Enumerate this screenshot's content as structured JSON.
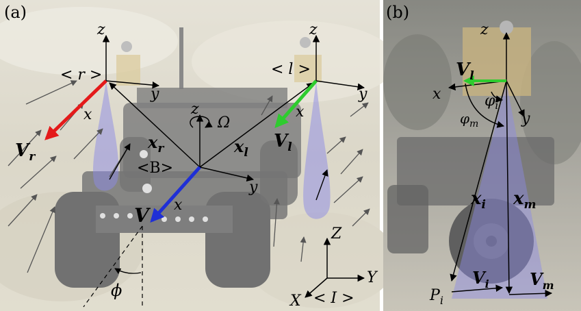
{
  "panels": {
    "a": {
      "label": "(a)"
    },
    "b": {
      "label": "(b)"
    }
  },
  "frames": {
    "r": {
      "label": "< r >",
      "axis_z": "z",
      "axis_x": "x",
      "axis_y": "y"
    },
    "l": {
      "label": "< l >",
      "axis_z": "z",
      "axis_x": "x",
      "axis_y": "y"
    },
    "B": {
      "label": "<B>",
      "axis_z": "z",
      "axis_x": "x",
      "axis_y": "y",
      "rotation": "Ω"
    },
    "I": {
      "label": "< I >",
      "axis_z": "Z",
      "axis_x": "X",
      "axis_y": "Y"
    },
    "m": {
      "axis_z": "z",
      "axis_x": "x",
      "axis_y": "y"
    }
  },
  "vectors": {
    "Vr": {
      "main": "V",
      "sub": "r",
      "color": "#e41a1a"
    },
    "Vl": {
      "main": "V",
      "sub": "l",
      "color": "#2ecc2e"
    },
    "V": {
      "main": "V",
      "color": "#1f2fd6"
    },
    "Vl_b": {
      "main": "V",
      "sub": "l",
      "color": "#2ecc2e"
    },
    "Vi": {
      "main": "V",
      "sub": "i"
    },
    "Vm": {
      "main": "V",
      "sub": "m"
    }
  },
  "positions": {
    "xr": {
      "main": "x",
      "sub": "r"
    },
    "xl": {
      "main": "x",
      "sub": "l"
    },
    "xi": {
      "main": "x",
      "sub": "i"
    },
    "xm": {
      "main": "x",
      "sub": "m"
    }
  },
  "angles": {
    "phi": "ϕ",
    "phi_i": {
      "main": "φ",
      "sub": "i"
    },
    "phi_m": {
      "main": "φ",
      "sub": "m"
    }
  },
  "points": {
    "Pi": {
      "main": "P",
      "sub": "i"
    }
  },
  "colors": {
    "beam": "#7f7fe0",
    "ground": "#c9c2a8",
    "car": "#2b2b2b",
    "bg_b": "#6f6f6a"
  }
}
